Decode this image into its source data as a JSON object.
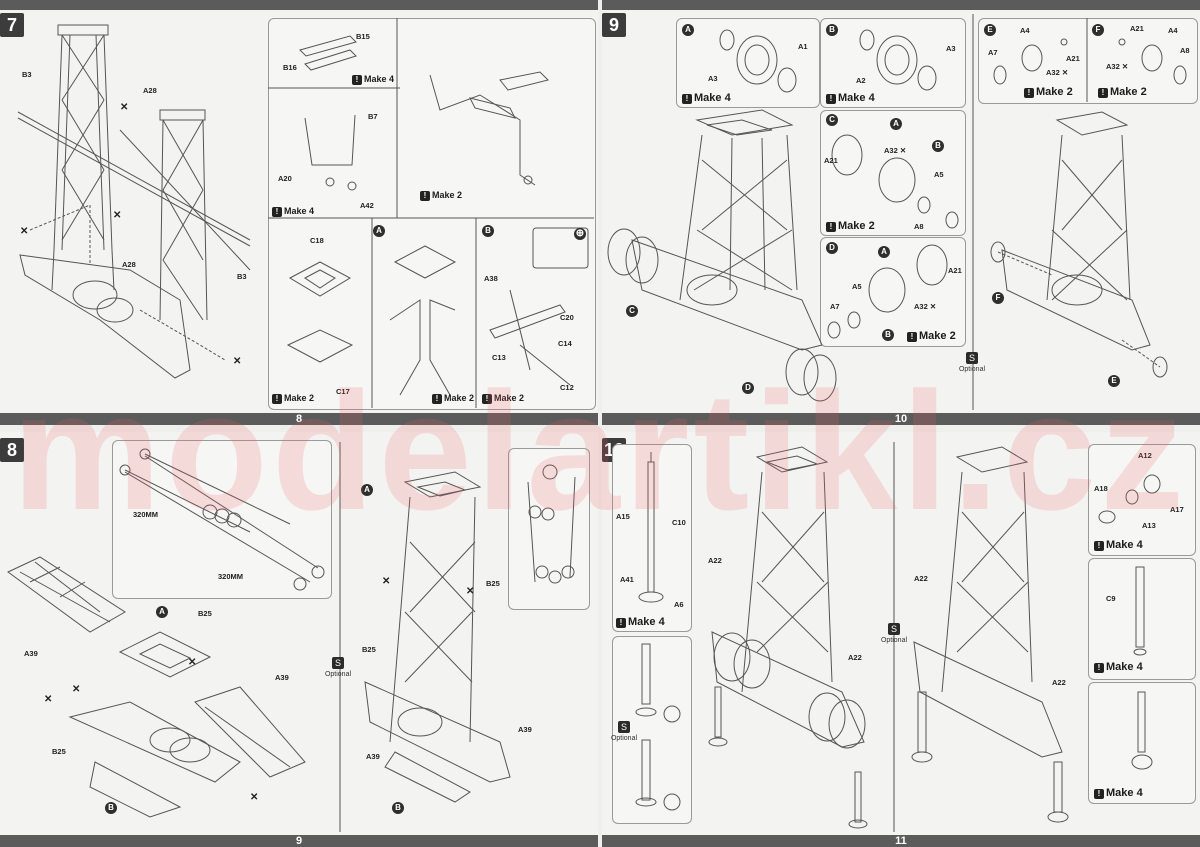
{
  "watermark": "modelartikl.cz",
  "pages": {
    "p8": "8",
    "p9": "9",
    "p10": "10",
    "p11": "11"
  },
  "step7": {
    "number": "7",
    "labels": {
      "b3_top": "B3",
      "a28_top": "A28",
      "a28_mid": "A28",
      "b3_right": "B3"
    },
    "sub_b15": "B15",
    "sub_b16": "B16",
    "sub_b7": "B7",
    "sub_a20": "A20",
    "sub_a42": "A42",
    "make4_a": "Make 4",
    "make4_b": "Make 4",
    "make2_a": "Make 2",
    "c18": "C18",
    "c17": "C17",
    "make2_c": "Make 2",
    "circle_a": "A",
    "make2_d": "Make 2",
    "circle_b": "B",
    "a38": "A38",
    "c20": "C20",
    "c13": "C13",
    "c14": "C14",
    "c12": "C12",
    "make2_e": "Make 2"
  },
  "step8": {
    "number": "8",
    "mm_top": "320MM",
    "mm_bottom": "320MM",
    "a39_left": "A39",
    "a39_right": "A39",
    "a39_bl": "A39",
    "a39_br": "A39",
    "b25_top": "B25",
    "b25_left": "B25",
    "b25_right": "B25",
    "b25_mid": "B25",
    "circle_a": "A",
    "circle_a2": "A",
    "circle_b": "B",
    "circle_b2": "B",
    "optional": "Optional"
  },
  "step9": {
    "number": "9",
    "panel_a": {
      "circle": "A",
      "a1": "A1",
      "a3": "A3",
      "make": "Make 4"
    },
    "panel_b": {
      "circle": "B",
      "a3": "A3",
      "a2": "A2",
      "make": "Make 4"
    },
    "panel_c": {
      "circle": "C",
      "a": "A",
      "b": "B",
      "a21": "A21",
      "a32": "A32",
      "a5": "A5",
      "a8": "A8",
      "make": "Make 2"
    },
    "panel_d": {
      "circle": "D",
      "a": "A",
      "a21": "A21",
      "a5": "A5",
      "a7": "A7",
      "a32": "A32",
      "b": "B",
      "make": "Make 2"
    },
    "panel_e": {
      "circle": "E",
      "a4": "A4",
      "a7": "A7",
      "a21": "A21",
      "a32": "A32",
      "make": "Make 2"
    },
    "panel_f": {
      "circle": "F",
      "a21": "A21",
      "a4": "A4",
      "a8": "A8",
      "a32": "A32",
      "make": "Make 2"
    },
    "wheel_c": "C",
    "wheel_d": "D",
    "wheel_f": "F",
    "wheel_e": "E",
    "optional": "Optional"
  },
  "step10": {
    "number": "10",
    "a15": "A15",
    "c10": "C10",
    "a41": "A41",
    "a6": "A6",
    "make4_left": "Make 4",
    "optional_left": "Optional",
    "a22_1": "A22",
    "a22_2": "A22",
    "a22_3": "A22",
    "a22_4": "A22",
    "optional_mid": "Optional",
    "a12": "A12",
    "a18": "A18",
    "a13": "A13",
    "a17": "A17",
    "make4_r1": "Make 4",
    "c9": "C9",
    "make4_r2": "Make 4",
    "make4_r3": "Make 4"
  }
}
